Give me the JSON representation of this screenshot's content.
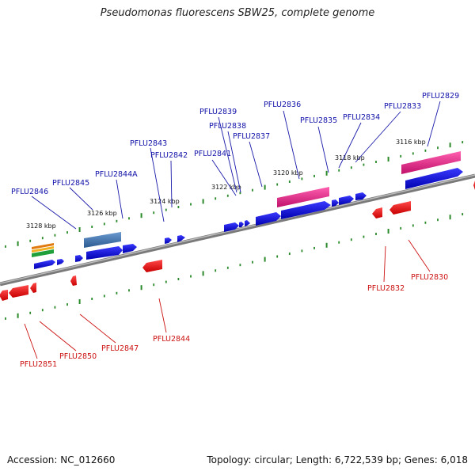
{
  "title": "Pseudomonas fluorescens SBW25, complete genome",
  "footer": {
    "accession": "Accession: NC_012660",
    "summary": "Topology: circular; Length: 6,722,539 bp; Genes: 6,018"
  },
  "colors": {
    "forward_gene": "#1010e0",
    "reverse_gene": "#ee1111",
    "highlight_gene": "#ff2a9a",
    "forward_label": "#1111aa",
    "reverse_label": "#cc1111",
    "tick": "#2a8a2a",
    "backbone": "#888888"
  },
  "scale_labels": [
    "3128 kbp",
    "3126 kbp",
    "3124 kbp",
    "3122 kbp",
    "3120 kbp",
    "3118 kbp",
    "3116 kbp"
  ],
  "forward_labels": [
    "PFLU2846",
    "PFLU2845",
    "PFLU2844A",
    "PFLU2843",
    "PFLU2842",
    "PFLU2841",
    "PFLU2839",
    "PFLU2838",
    "PFLU2837",
    "PFLU2836",
    "PFLU2835",
    "PFLU2834",
    "PFLU2833",
    "PFLU2829"
  ],
  "reverse_labels": [
    "PFLU2851",
    "PFLU2850",
    "PFLU2847",
    "PFLU2844",
    "PFLU2832",
    "PFLU2830"
  ]
}
